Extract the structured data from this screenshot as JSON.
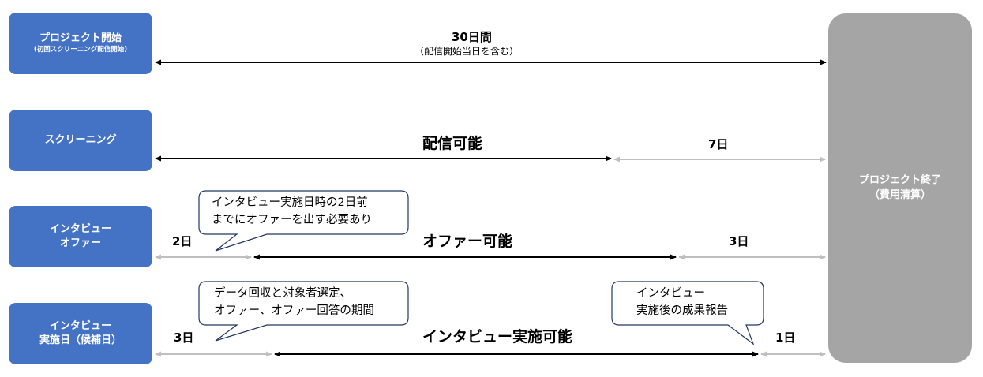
{
  "phases": [
    {
      "title": "プロジェクト開始",
      "subtitle": "(初回スクリーニング配信開始)"
    },
    {
      "title": "スクリーニング"
    },
    {
      "title_line1": "インタビュー",
      "title_line2": "オファー"
    },
    {
      "title_line1": "インタビュー",
      "title_line2": "実施日（候補日）"
    }
  ],
  "end": {
    "line1": "プロジェクト終了",
    "line2": "（費用清算）"
  },
  "row1": {
    "duration": "30日間",
    "note": "（配信開始当日を含む）"
  },
  "row2": {
    "main": "配信可能",
    "buffer": "7日"
  },
  "row3": {
    "before": "2日",
    "main": "オファー可能",
    "buffer": "3日"
  },
  "row4": {
    "before": "3日",
    "main": "インタビュー実施可能",
    "after": "1日"
  },
  "callouts": {
    "offer": {
      "line1": "インタビュー実施日時の2日前",
      "line2": "までにオファーを出す必要あり"
    },
    "data": {
      "line1": "データ回収と対象者選定、",
      "line2": "オファー、オファー回答の期間"
    },
    "report": {
      "line1": "インタビュー",
      "line2": "実施後の成果報告"
    }
  },
  "colors": {
    "phase": "#4472c4",
    "end": "#a5a5a5",
    "active_arrow": "#000000",
    "buffer_arrow": "#bfbfbf"
  }
}
